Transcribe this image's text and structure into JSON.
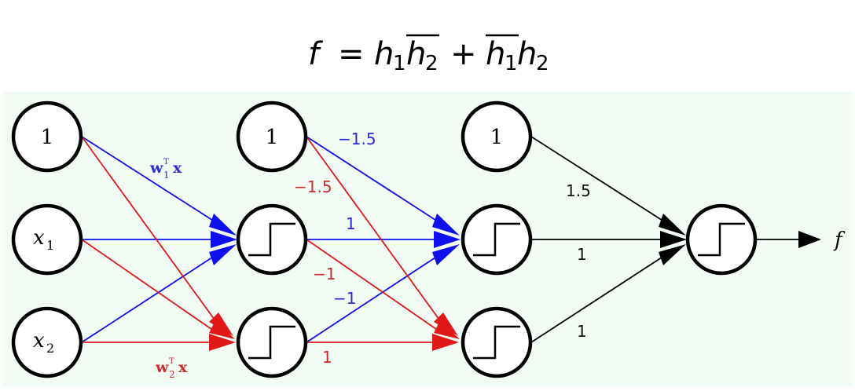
{
  "formula": {
    "f": "f",
    "eq": "=",
    "h1a": "h",
    "h1a_sub": "1",
    "h2bar": "h",
    "h2bar_sub": "2",
    "plus": "+",
    "h1bar": "h",
    "h1bar_sub": "1",
    "h2b": "h",
    "h2b_sub": "2"
  },
  "nodes": {
    "input_bias": "1",
    "x1_var": "x",
    "x1_sub": "1",
    "x2_var": "x",
    "x2_sub": "2",
    "hidden_bias": "1",
    "output_bias": "1"
  },
  "weights": {
    "w1_bold": "w",
    "w1_sub": "1",
    "w1_sup": "T",
    "w1_x": "x",
    "w2_bold": "w",
    "w2_sub": "2",
    "w2_sup": "T",
    "w2_x": "x",
    "bias_to_and1": "−1.5",
    "bias_to_and2": "−1.5",
    "h1_to_and1": "1",
    "h1_to_and2": "−1",
    "h2_to_and1": "−1",
    "h2_to_and2": "1",
    "bias_to_or": "1.5",
    "and1_to_or": "1",
    "and2_to_or": "1"
  },
  "output_label": "f",
  "colors": {
    "blue": "#1010ee",
    "red": "#e01818",
    "black": "#000000",
    "panel_bg": "#f3fbf5"
  }
}
